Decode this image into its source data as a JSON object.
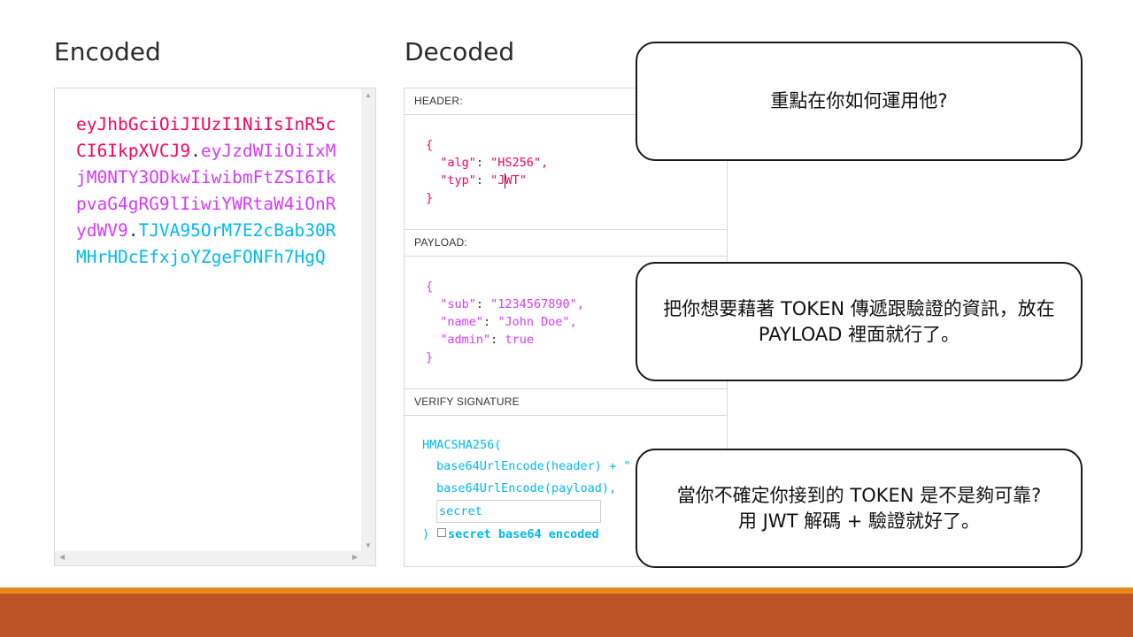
{
  "encoded": {
    "heading": "Encoded",
    "token_header": "eyJhbGciOiJIUzI1NiIsInR5cCI6IkpXVCJ9",
    "token_payload": "eyJzdWIiOiIxMjM0NTY3ODkwIiwibmFtZSI6IkpvaG4gRG9lIiwiYWRtaW4iOnRydWV9",
    "token_signature": "TJVA95OrM7E2cBab30RMHrHDcEfxjoYZgeFONFh7HgQ",
    "dot": "."
  },
  "decoded": {
    "heading": "Decoded",
    "header_label": "HEADER:",
    "payload_label": "PAYLOAD:",
    "signature_label": "VERIFY SIGNATURE",
    "header_lines": {
      "open": "{",
      "alg_key": "\"alg\"",
      "alg_val": "\"HS256\",",
      "typ_key": "\"typ\"",
      "typ_val_a": "\"J",
      "typ_val_b": "WT\"",
      "close": "}"
    },
    "payload_lines": {
      "open": "{",
      "sub_key": "\"sub\"",
      "sub_val": "\"1234567890\",",
      "name_key": "\"name\"",
      "name_val": "\"John Doe\",",
      "admin_key": "\"admin\"",
      "admin_val": "true",
      "close": "}"
    },
    "colon": ": ",
    "signature": {
      "fn": "HMACSHA256(",
      "line1": "base64UrlEncode(header) + \"",
      "line2": "base64UrlEncode(payload),",
      "secret_placeholder": "secret",
      "close": ")",
      "checkbox_label": "secret base64 encoded"
    }
  },
  "callouts": {
    "c1": "重點在你如何運用他?",
    "c2": "把你想要藉著 TOKEN 傳遞跟驗證的資訊，放在 PAYLOAD 裡面就行了。",
    "c3_line1": "當你不確定你接到的 TOKEN 是不是夠可靠?",
    "c3_line2": "用 JWT 解碼 + 驗證就好了。"
  },
  "colors": {
    "header_red": "#fb015b",
    "payload_purple": "#d63aff",
    "signature_cyan": "#00b9f1",
    "bar_orange": "#e8891c",
    "bar_rust": "#bb5527"
  }
}
